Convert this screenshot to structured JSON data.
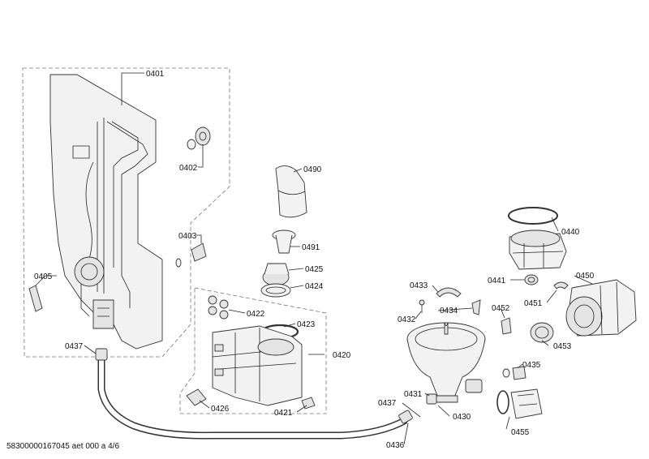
{
  "labels": {
    "l0401": "0401",
    "l0402": "0402",
    "l0403": "0403",
    "l0405": "0405",
    "l0437a": "0437",
    "l0437b": "0437",
    "l0490": "0490",
    "l0491": "0491",
    "l0425": "0425",
    "l0424": "0424",
    "l0422": "0422",
    "l0423": "0423",
    "l0420": "0420",
    "l0426": "0426",
    "l0421": "0421",
    "l0433": "0433",
    "l0434": "0434",
    "l0432": "0432",
    "l0431": "0431",
    "l0430": "0430",
    "l0436": "0436",
    "l0440": "0440",
    "l0441": "0441",
    "l0450": "0450",
    "l0451": "0451",
    "l0452": "0452",
    "l0453": "0453",
    "l0435": "0435",
    "l0455": "0455"
  },
  "footer": "58300000167045 aet 000 a 4/6"
}
